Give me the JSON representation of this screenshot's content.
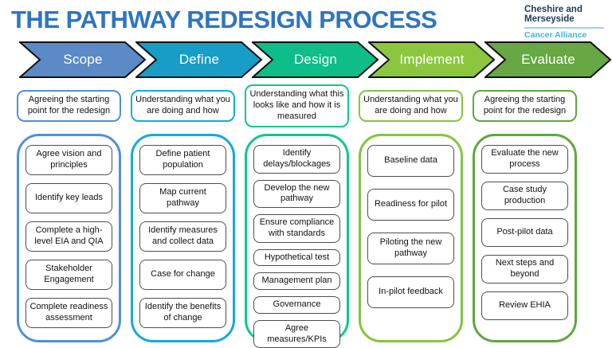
{
  "header": {
    "title": "THE PATHWAY REDESIGN PROCESS",
    "title_color": "#2e75c0",
    "logo": {
      "org_name": "Cheshire and Merseyside",
      "division": "Cancer Alliance",
      "org_color": "#1b3a5c",
      "division_color": "#3fb4e4"
    }
  },
  "item_border_color": "#4d4d4d",
  "arrow_outline_color": "#111111",
  "columns": [
    {
      "label": "Scope",
      "color": "#5b8ac6",
      "border_color": "#4f90d9",
      "subtitle": "Agreeing the starting point for the redesign",
      "items": [
        "Agree vision and principles",
        "Identify key leads",
        "Complete a high-level EIA and QIA",
        "Stakeholder Engagement",
        "Complete readiness assessment"
      ]
    },
    {
      "label": "Define",
      "color": "#189dc7",
      "border_color": "#14aadd",
      "subtitle": "Understanding what you are doing and how",
      "items": [
        "Define patient population",
        "Map current pathway",
        "Identify measures and collect data",
        "Case for change",
        "Identify the benefits of change"
      ]
    },
    {
      "label": "Design",
      "color": "#0ebd88",
      "border_color": "#0fc78f",
      "subtitle": "Understanding what this looks like and how it is measured",
      "items": [
        "Identify delays/blockages",
        "Develop the new pathway",
        "Ensure compliance with standards",
        "Hypothetical test",
        "Management plan",
        "Governance",
        "Agree measures/KPIs"
      ]
    },
    {
      "label": "Implement",
      "color": "#8cc63f",
      "border_color": "#84c53e",
      "subtitle": "Understanding what you are doing and how",
      "items": [
        "Baseline data",
        "Readiness for pilot",
        "Piloting the new pathway",
        "In-pilot feedback"
      ]
    },
    {
      "label": "Evaluate",
      "color": "#67a744",
      "border_color": "#5fa63f",
      "subtitle": "Agreeing the starting point for the redesign",
      "items": [
        "Evaluate the new process",
        "Case study production",
        "Post-pilot data",
        "Next steps and beyond",
        "Review EHIA"
      ]
    }
  ]
}
